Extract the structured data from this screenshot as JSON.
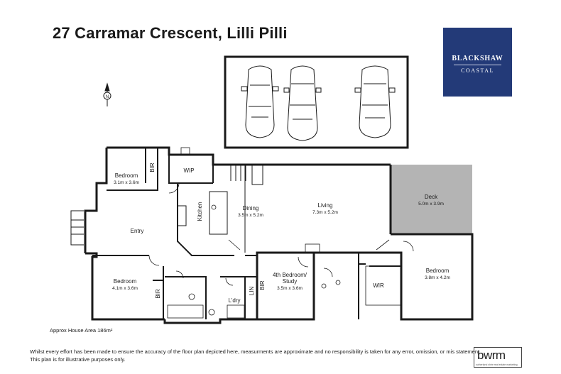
{
  "title": "27 Carramar Crescent, Lilli Pilli",
  "brand": {
    "name": "BLACKSHAW",
    "sub": "COASTAL",
    "color": "#233a78"
  },
  "rooms": {
    "bedroom_nw": {
      "name": "Bedroom",
      "size": "3.1m x 3.6m"
    },
    "bir_nw": {
      "name": "BIR"
    },
    "wip": {
      "name": "WIP"
    },
    "kitchen": {
      "name": "Kitchen"
    },
    "dining": {
      "name": "Dining",
      "size": "3.5m x 5.2m"
    },
    "living": {
      "name": "Living",
      "size": "7.3m x 5.2m"
    },
    "deck": {
      "name": "Deck",
      "size": "5.0m x 3.9m"
    },
    "entry": {
      "name": "Entry"
    },
    "bedroom_sw": {
      "name": "Bedroom",
      "size": "4.1m x 3.6m"
    },
    "bir_sw": {
      "name": "BIR"
    },
    "ldry": {
      "name": "L'dry"
    },
    "lin": {
      "name": "LIN"
    },
    "bir_study": {
      "name": "BIR"
    },
    "study_line1": {
      "name": "4th Bedroom/"
    },
    "study_line2": {
      "name": "Study",
      "size": "3.5m x 3.6m"
    },
    "wir": {
      "name": "WIR"
    },
    "bedroom_se": {
      "name": "Bedroom",
      "size": "3.8m x 4.2m"
    }
  },
  "compass": "N",
  "area_note": "Approx House Area 186m²",
  "disclaimer": {
    "line1": "Whilst every effort has been made to ensure the accuracy of the floor plan depicted here, measurments are approximate and no responsibility is taken for any error, omission, or mis statement.",
    "line2": "This plan is for illustrative purposes only."
  },
  "bwrm": {
    "logo": "bwrm",
    "tag": "sutherland shire real estate marketing"
  }
}
